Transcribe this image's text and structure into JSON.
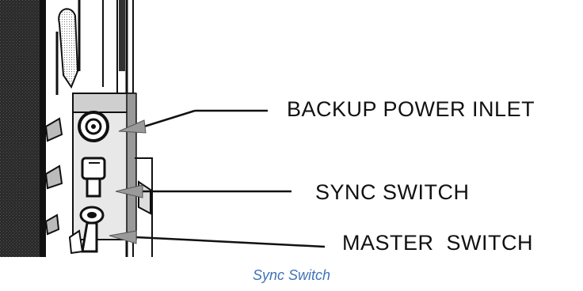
{
  "figure": {
    "callouts": [
      {
        "id": "backup",
        "label": "BACKUP POWER INLET"
      },
      {
        "id": "sync",
        "label": "SYNC SWITCH"
      },
      {
        "id": "master",
        "label": "MASTER  SWITCH"
      }
    ]
  },
  "caption": "Sync Switch",
  "colors": {
    "caption": "#3f73b8",
    "ink": "#111111",
    "panel": "#2a2a2a"
  }
}
